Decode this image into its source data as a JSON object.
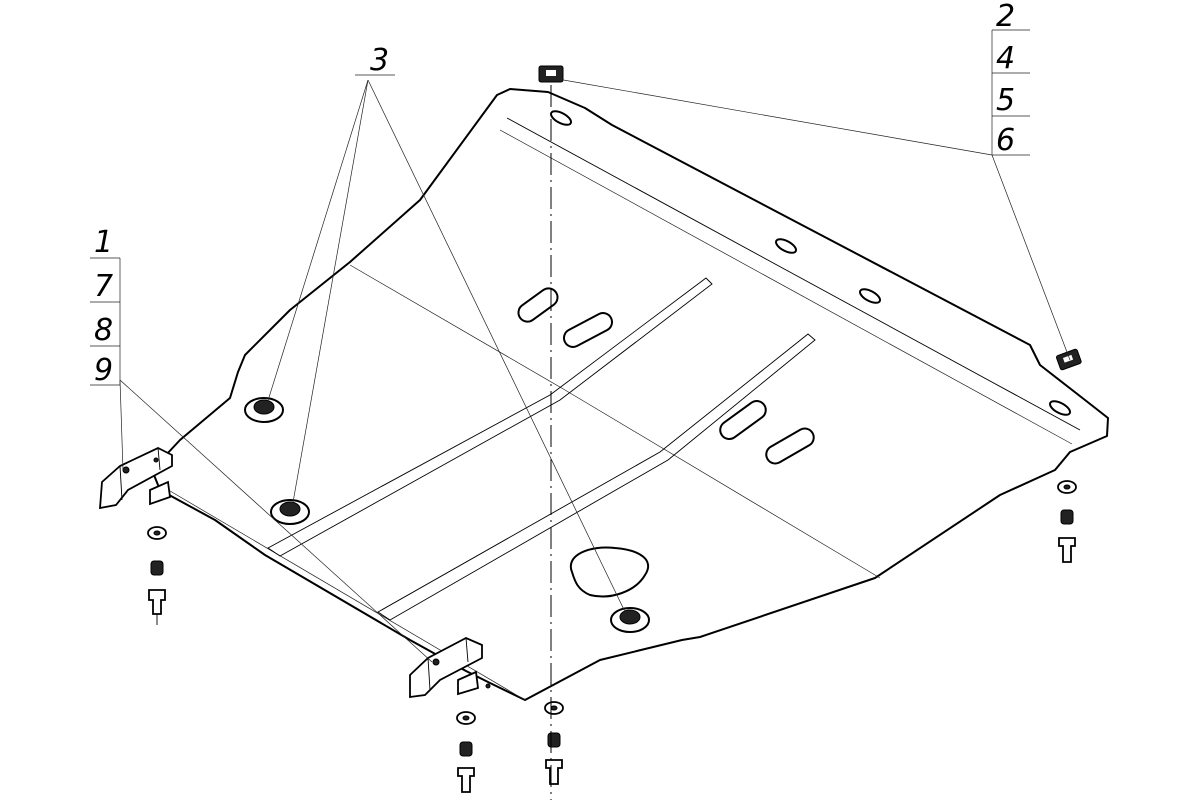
{
  "callouts": {
    "left_stack": [
      "1",
      "7",
      "8",
      "9"
    ],
    "right_stack": [
      "2",
      "4",
      "5",
      "6"
    ],
    "top_single": "3"
  },
  "colors": {
    "line": "#000000",
    "background": "#ffffff"
  }
}
